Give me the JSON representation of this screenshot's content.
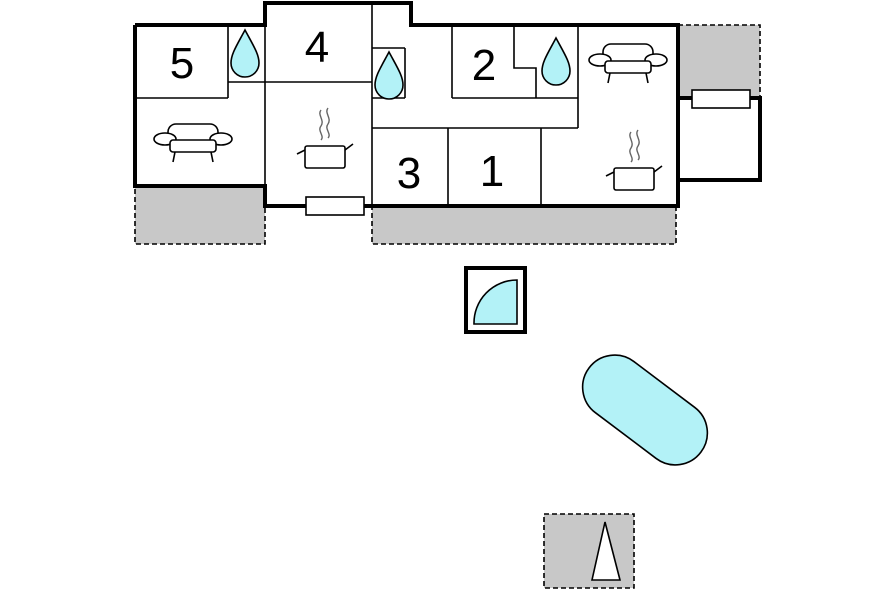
{
  "floorplan": {
    "rooms": [
      {
        "id": "room-5",
        "label": "5",
        "type": "bedroom"
      },
      {
        "id": "room-4",
        "label": "4",
        "type": "bedroom"
      },
      {
        "id": "room-2",
        "label": "2",
        "type": "bedroom"
      },
      {
        "id": "room-3",
        "label": "3",
        "type": "bedroom"
      },
      {
        "id": "room-1",
        "label": "1",
        "type": "bedroom"
      }
    ],
    "icons": [
      "water-drop-icon",
      "sofa-icon",
      "kitchen-pot-icon",
      "shower-icon",
      "pool-icon",
      "tent-icon"
    ],
    "colors": {
      "water": "#b3f2f7",
      "terrace": "#c8c8c8",
      "wall": "#000000",
      "background": "#ffffff"
    }
  }
}
